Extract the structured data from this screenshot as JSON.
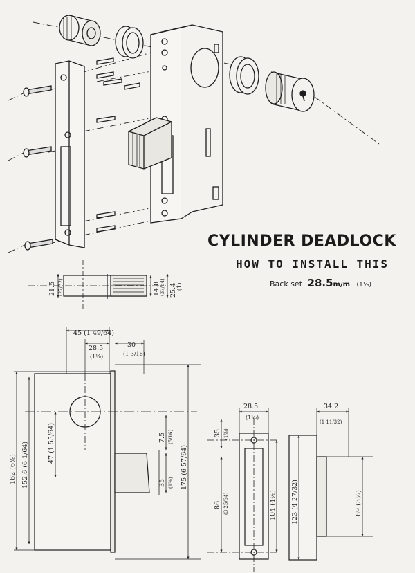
{
  "title": "CYLINDER DEADLOCK",
  "subtitle": "HOW TO INSTALL THIS",
  "backset": {
    "label": "Back set",
    "value": "28.5",
    "unit": "m/m",
    "fraction": "(1⅛)"
  },
  "dim_labels": {
    "d_21_5": "21.5",
    "d_21_5_f": "(27/32)",
    "d_14_8": "14.8",
    "d_14_8_f": "(37/64)",
    "d_25_4": "25.4",
    "d_25_4_f": "(1)",
    "d_45": "45 (1 49/64)",
    "d_28_5a": "28.5",
    "d_28_5a_f": "(1⅛)",
    "d_30": "30",
    "d_30_f": "(1 3/16)",
    "d_162": "162 (6⅜)",
    "d_152_6": "152.6 (6 1/64)",
    "d_47": "47 (1 55/64)",
    "d_7_5": "7.5",
    "d_7_5_f": "(5/16)",
    "d_35a": "35",
    "d_35a_f": "(1⅜)",
    "d_175": "175 (6 57/64)",
    "d_28_5b": "28.5",
    "d_28_5b_f": "(1⅛)",
    "d_34_2": "34.2",
    "d_34_2_f": "(1 11/32)",
    "d_35b": "35",
    "d_35b_f": "(1⅜)",
    "d_86": "86",
    "d_86_f": "(3 25/64)",
    "d_104": "104 (4⅛)",
    "d_123": "123 (4 27/32)",
    "d_89": "89 (3½)"
  }
}
